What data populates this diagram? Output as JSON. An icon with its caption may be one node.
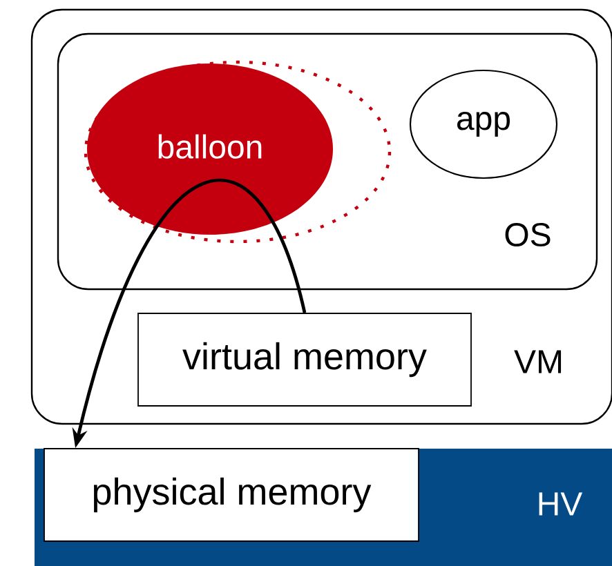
{
  "diagram": {
    "nodes": [
      {
        "text": [
          "VM"
        ]
      },
      {
        "text": [
          "OS"
        ],
        "in": 0
      },
      {
        "text": [
          "balloon"
        ],
        "in": 1
      },
      {
        "text": [
          "app"
        ],
        "in": 1
      },
      {
        "text": [
          "virtual memory"
        ],
        "in": 0
      },
      {
        "text": [
          "HV"
        ]
      },
      {
        "text": [
          "physical memory"
        ],
        "in": 5
      }
    ],
    "edges": [
      {
        "from": 4,
        "to": 2,
        "arrow": "none"
      },
      {
        "from": 2,
        "to": 6,
        "arrow": "to"
      }
    ]
  }
}
